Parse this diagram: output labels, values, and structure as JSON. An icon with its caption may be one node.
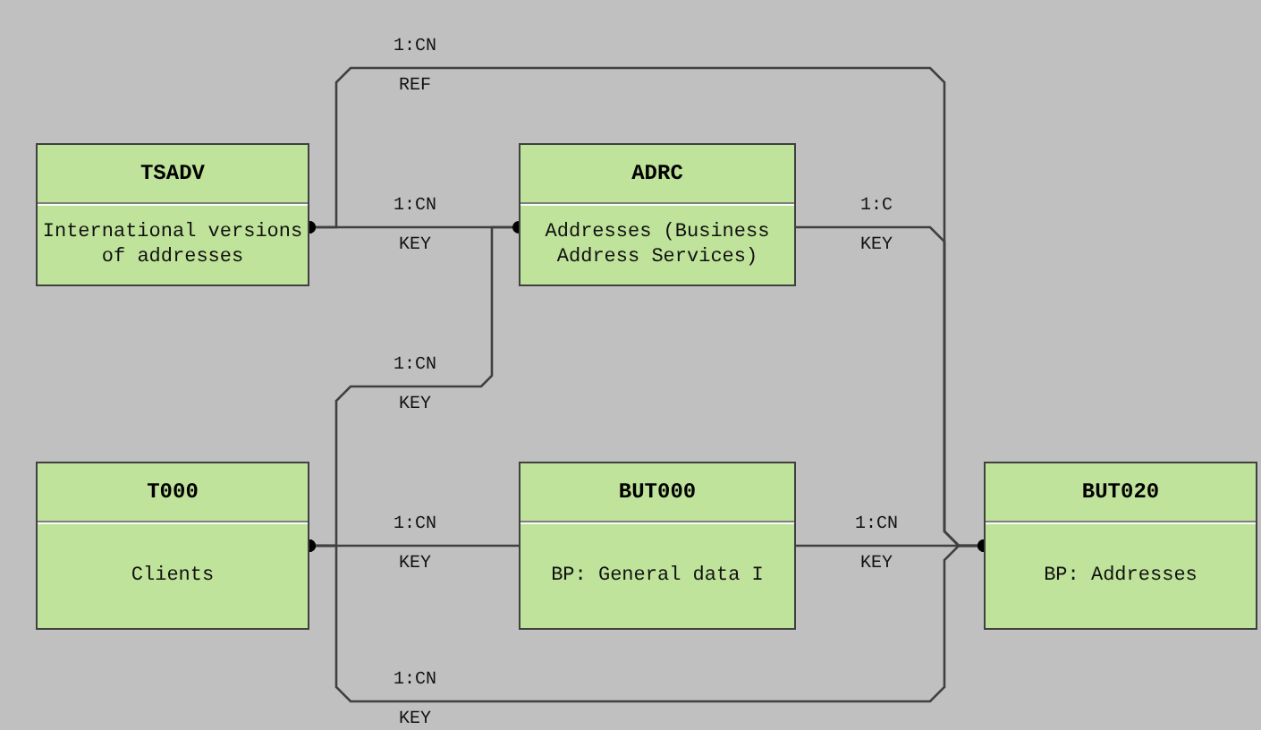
{
  "diagram": {
    "nodes": [
      {
        "text": [
          "TSADV",
          "International versions of addresses"
        ]
      },
      {
        "text": [
          "ADRC",
          "Addresses (Business Address Services)"
        ]
      },
      {
        "text": [
          "T000",
          "Clients"
        ]
      },
      {
        "text": [
          "BUT000",
          "BP: General data I"
        ]
      },
      {
        "text": [
          "BUT020",
          "BP: Addresses"
        ]
      }
    ],
    "edges": [
      {
        "from": 0,
        "to": 1,
        "arrow": "other",
        "label": "1:CN KEY"
      },
      {
        "from": 0,
        "to": 4,
        "arrow": "other",
        "label": "1:CN REF"
      },
      {
        "from": 1,
        "to": 2,
        "arrow": "other",
        "label": "1:CN KEY"
      },
      {
        "from": 2,
        "to": 3,
        "arrow": "other",
        "label": "1:CN KEY"
      },
      {
        "from": 4,
        "to": 3,
        "arrow": "other",
        "label": "1:CN KEY"
      },
      {
        "from": 2,
        "to": 4,
        "arrow": "other",
        "label": "1:CN KEY"
      },
      {
        "from": 4,
        "to": 1,
        "arrow": "other",
        "label": "1:C KEY"
      }
    ]
  }
}
